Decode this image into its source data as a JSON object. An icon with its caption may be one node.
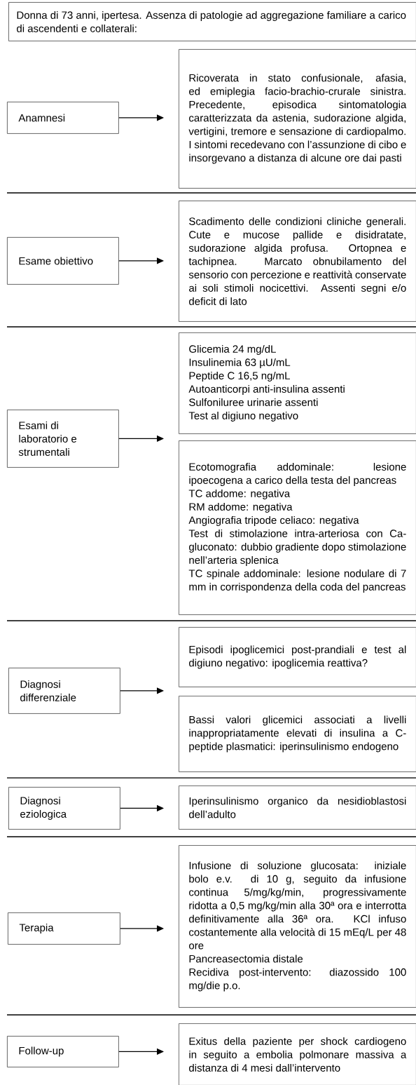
{
  "diagram": {
    "nodes": [
      {
        "text": [
          "Donna di 73 anni, ipertesa. Assenza di patologie ad aggregazione familiare a carico di ascendenti e collaterali:"
        ]
      },
      {
        "text": [
          "Anamnesi"
        ]
      },
      {
        "text": [
          "Ricoverata in stato confusionale, afasia, ed emiplegia facio-brachio-crurale sinistra. Precedente, episodica sintomatologia caratterizzata da astenia, sudorazione algida, vertigini, tremore e sensazione di cardiopalmo. I sintomi recedevano con l’assunzione di cibo e insorgevano a distanza di alcune ore dai pasti"
        ]
      },
      {
        "text": [
          "Esame obiettivo"
        ]
      },
      {
        "text": [
          "Scadimento delle condizioni cliniche generali. Cute e mucose pallide e disidratate, sudorazione algida profusa. Ortopnea e tachipnea. Marcato obnubilamento del sensorio con percezione e reattività conservate ai soli stimoli nocicettivi. Assenti segni e/o deficit di lato"
        ]
      },
      {
        "text": [
          "Esami di laboratorio e strumentali"
        ]
      },
      {
        "text": [
          "Glicemia 24 mg/dL",
          "Insulinemia 63 µU/mL",
          "Peptide C 16,5 ng/mL",
          "Autoanticorpi anti-insulina assenti",
          "Sulfoniluree urinarie assenti",
          "Test al digiuno negativo"
        ]
      },
      {
        "text": [
          "Ecotomografia addominale: lesione ipoecogena a carico della testa del pancreas",
          "TC addome: negativa",
          "RM addome: negativa",
          "Angiografia tripode celiaco: negativa",
          "Test di stimolazione intra-arteriosa con Ca-gluconato: dubbio gradiente dopo stimolazione nell’arteria splenica",
          "TC spinale addominale: lesione nodulare di 7 mm in corrispondenza della coda del pancreas"
        ]
      },
      {
        "text": [
          "Diagnosi differenziale"
        ]
      },
      {
        "text": [
          "Episodi ipoglicemici post-prandiali e test al digiuno negativo: ipoglicemia reattiva?"
        ]
      },
      {
        "text": [
          "Bassi valori glicemici associati a livelli inappropriatamente elevati di insulina a C-peptide plasmatici: iperinsulinismo endogeno"
        ]
      },
      {
        "text": [
          "Diagnosi eziologica"
        ]
      },
      {
        "text": [
          "Iperinsulinismo organico da nesidioblastosi dell’adulto"
        ]
      },
      {
        "text": [
          "Terapia"
        ]
      },
      {
        "text": [
          "Infusione di soluzione glucosata: iniziale bolo e.v. di 10 g, seguito da infusione continua 5/mg/kg/min, progressivamente ridotta a 0,5 mg/kg/min alla 30ª ora e interrotta definitivamente alla 36ª ora. KCl infuso costantemente alla velocità di 15 mEq/L per 48 ore",
          "Pancreasectomia distale",
          "Recidiva post-intervento: diazossido 100 mg/die p.o."
        ]
      },
      {
        "text": [
          "Follow-up"
        ]
      },
      {
        "text": [
          "Exitus della paziente per shock cardiogeno in seguito a embolia polmonare massiva a distanza di 4 mesi dall’intervento"
        ]
      }
    ],
    "edges": [
      {
        "from": 1,
        "to": 2,
        "arrow": "to"
      },
      {
        "from": 3,
        "to": 4,
        "arrow": "to"
      },
      {
        "from": 5,
        "to": 6,
        "arrow": "to"
      },
      {
        "from": 5,
        "to": 7,
        "arrow": "to"
      },
      {
        "from": 8,
        "to": 9,
        "arrow": "to"
      },
      {
        "from": 8,
        "to": 10,
        "arrow": "to"
      },
      {
        "from": 11,
        "to": 12,
        "arrow": "to"
      },
      {
        "from": 13,
        "to": 14,
        "arrow": "to"
      },
      {
        "from": 15,
        "to": 16,
        "arrow": "to"
      }
    ]
  }
}
